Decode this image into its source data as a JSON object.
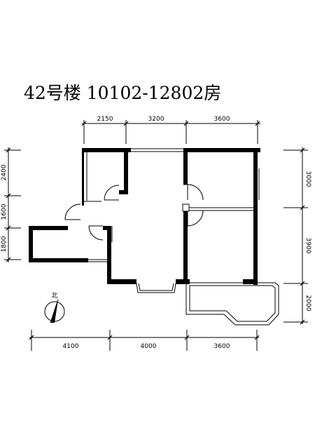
{
  "title": "42号楼  10102-12802房",
  "north_label": "北",
  "dims": {
    "top": [
      "2150",
      "3200",
      "3600"
    ],
    "bottom": [
      "4100",
      "4000",
      "3600"
    ],
    "left": [
      "2400",
      "1600",
      "1800"
    ],
    "right": [
      "3000",
      "3900",
      "2000"
    ]
  }
}
